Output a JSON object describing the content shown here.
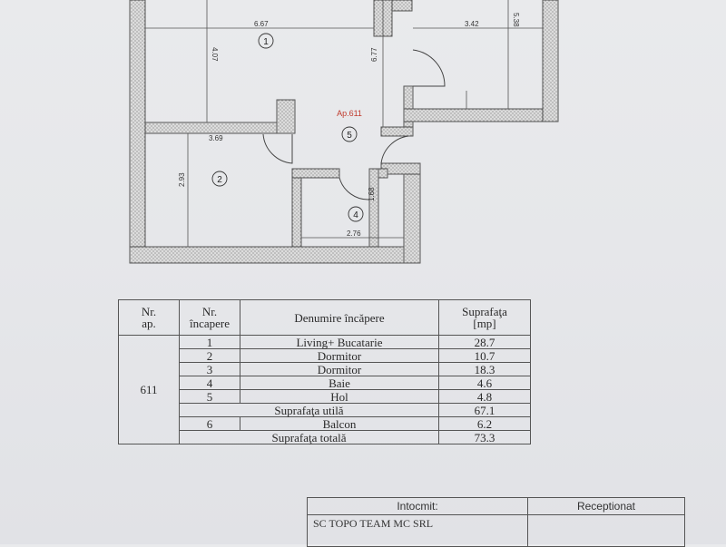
{
  "plan": {
    "apartment_label": "Ap.611",
    "room_numbers": [
      "1",
      "2",
      "4",
      "5"
    ],
    "dimensions": {
      "d667": "6.67",
      "d342": "3.42",
      "d538": "5.38",
      "d407": "4.07",
      "d677": "6.77",
      "d369": "3.69",
      "d293": "2.93",
      "d168": "1.68",
      "d276": "2.76"
    },
    "colors": {
      "wall_fill": "#d9d9d9",
      "wall_stroke": "#555555",
      "label_red": "#c0392b"
    }
  },
  "table": {
    "headers": {
      "nr_ap_1": "Nr.",
      "nr_ap_2": "ap.",
      "nr_room_1": "Nr.",
      "nr_room_2": "încapere",
      "name": "Denumire încăpere",
      "area_1": "Suprafaţa",
      "area_2": "[mp]"
    },
    "apartment": "611",
    "rows": [
      {
        "nr": "1",
        "name": "Living+ Bucatarie",
        "area": "28.7"
      },
      {
        "nr": "2",
        "name": "Dormitor",
        "area": "10.7"
      },
      {
        "nr": "3",
        "name": "Dormitor",
        "area": "18.3"
      },
      {
        "nr": "4",
        "name": "Baie",
        "area": "4.6"
      },
      {
        "nr": "5",
        "name": "Hol",
        "area": "4.8"
      }
    ],
    "useful_label": "Suprafaţa utilă",
    "useful_value": "67.1",
    "balcony": {
      "nr": "6",
      "name": "Balcon",
      "area": "6.2"
    },
    "total_label": "Suprafaţa totală",
    "total_value": "73.3"
  },
  "signature": {
    "prepared_label": "Intocmit:",
    "received_label": "Receptionat",
    "company": "SC TOPO TEAM MC SRL"
  }
}
